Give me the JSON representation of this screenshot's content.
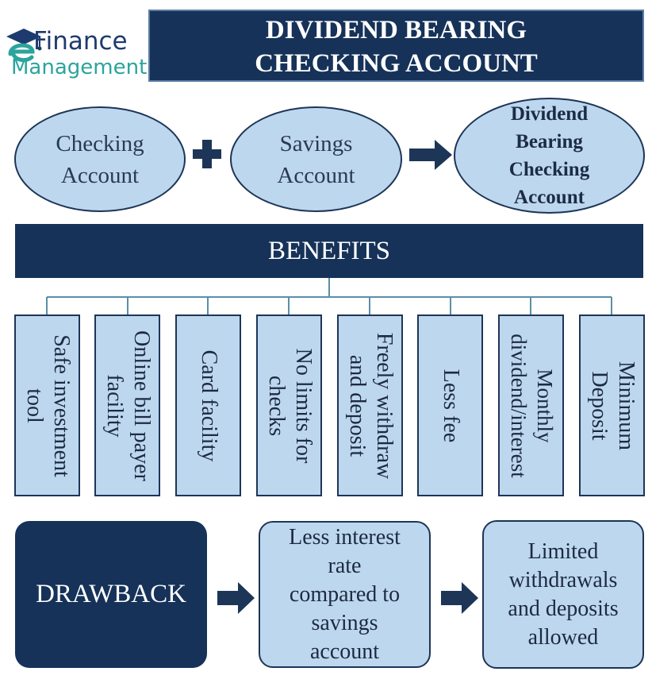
{
  "logo": {
    "line1": "Finance",
    "line2": "Management",
    "icon": "graduation-cap-e-icon"
  },
  "title": "DIVIDEND BEARING\nCHECKING ACCOUNT",
  "formula": {
    "left": "Checking\nAccount",
    "middle": "Savings\nAccount",
    "result": "Dividend\nBearing\nChecking\nAccount",
    "plus_icon": "plus-icon",
    "arrow_icon": "right-arrow-icon"
  },
  "benefits": {
    "heading": "BENEFITS",
    "items": [
      "Safe investment\ntool",
      "Online bill payer\nfacility",
      "Card facility",
      "No limits for\nchecks",
      "Freely withdraw\nand deposit",
      "Less fee",
      "Monthly\ndividend/interest",
      "Minimum\nDeposit"
    ]
  },
  "drawback": {
    "heading": "DRAWBACK",
    "items": [
      "Less interest\nrate\ncompared to\nsavings\naccount",
      "Limited\nwithdrawals\nand deposits\nallowed"
    ]
  },
  "colors": {
    "navy": "#163259",
    "light_blue": "#bdd7ee",
    "teal": "#2ba49c",
    "connector": "#5b8fa8"
  }
}
